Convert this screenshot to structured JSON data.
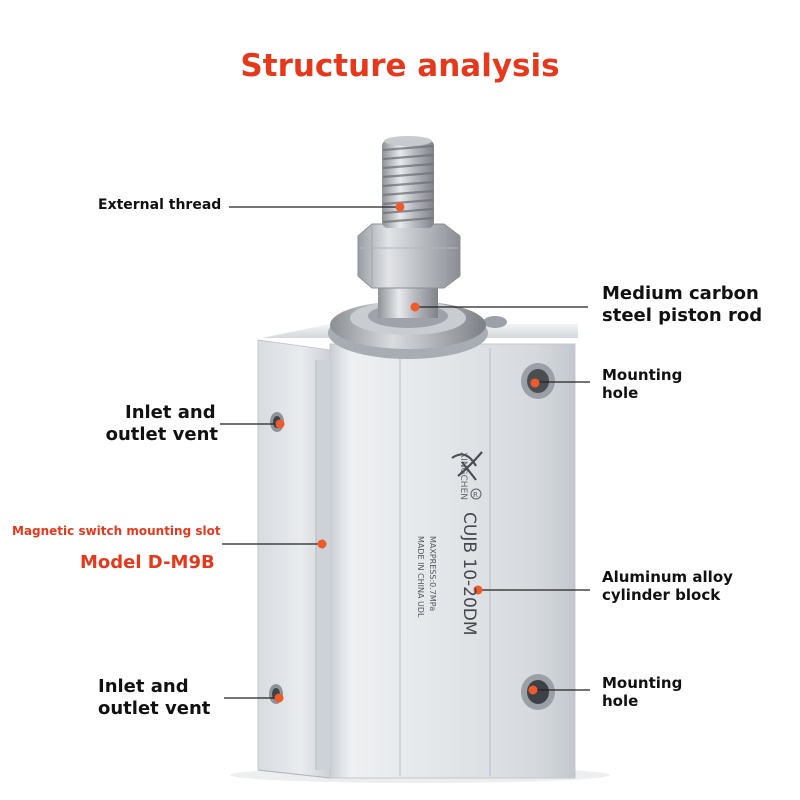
{
  "title": "Structure analysis",
  "labels": {
    "external_thread": "External thread",
    "piston_rod": [
      "Medium carbon",
      "steel piston rod"
    ],
    "mounting_hole_top": [
      "Mounting",
      "hole"
    ],
    "inlet_vent_top": [
      "Inlet and",
      "outlet vent"
    ],
    "magnetic_slot": "Magnetic switch mounting slot",
    "model": "Model D-M9B",
    "cylinder_block": [
      "Aluminum alloy",
      "cylinder block"
    ],
    "inlet_vent_bottom": [
      "Inlet and",
      "outlet vent"
    ],
    "mounting_hole_bottom": [
      "Mounting",
      "hole"
    ]
  },
  "product_marking": {
    "brand": "XINGCHEN",
    "model": "CUJB 10-20DM",
    "pressure": "MAXPRESS:0.7MPa",
    "origin": "MADE IN CHINA   UDL"
  },
  "colors": {
    "accent_red": "#e8381b",
    "dot": "#ef5a2a",
    "aluminum": "#d9dde2",
    "steel": "#a9adb3"
  },
  "icons": [
    "xingchen-logo-icon",
    "registered-mark-icon"
  ]
}
